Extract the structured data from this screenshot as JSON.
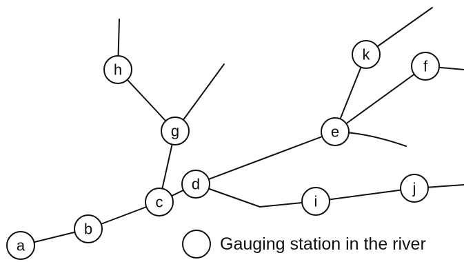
{
  "colors": {
    "ink": "#111111",
    "background": "#ffffff"
  },
  "stations": [
    {
      "id": "a",
      "label": "a"
    },
    {
      "id": "b",
      "label": "b"
    },
    {
      "id": "c",
      "label": "c"
    },
    {
      "id": "d",
      "label": "d"
    },
    {
      "id": "e",
      "label": "e"
    },
    {
      "id": "f",
      "label": "f"
    },
    {
      "id": "g",
      "label": "g"
    },
    {
      "id": "h",
      "label": "h"
    },
    {
      "id": "i",
      "label": "i"
    },
    {
      "id": "j",
      "label": "j"
    },
    {
      "id": "k",
      "label": "k"
    }
  ],
  "legend": {
    "label": "Gauging station in the river"
  }
}
